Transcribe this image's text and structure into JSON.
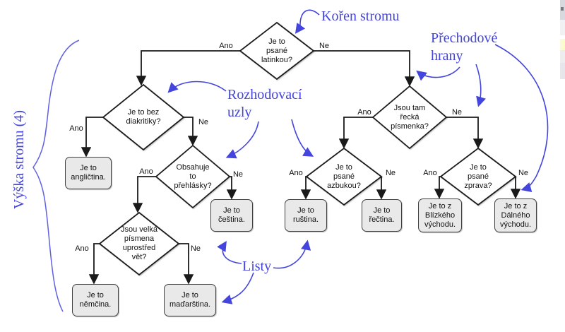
{
  "edge_labels": {
    "yes": "Ano",
    "no": "Ne"
  },
  "nodes": {
    "root": "Je to\npsané\nlatinkou?",
    "no_diacritics": "Je to bez\ndiakritiky?",
    "umlauts": "Obsahuje\nto\npřehlásky?",
    "capitals": "Jsou velká\npísmena\nuprostřed\nvět?",
    "greek_letters": "Jsou tam\nřecká\npísmenka?",
    "cyrillic": "Je to\npsané\nazbukou?",
    "right_to_left": "Je to\npsané\nzprava?"
  },
  "leaves": {
    "english": "Je to\nangličtina.",
    "czech": "Je to\nčeština.",
    "german": "Je to\nněmčina.",
    "hungarian": "Je to\nmaďarština.",
    "russian": "Je to\nruština.",
    "greek": "Je to\nřečtina.",
    "near_east": "Je to z\nBlízkého\nvýchodu.",
    "far_east": "Je to z\nDálného\nvýchodu."
  },
  "annotations": {
    "root_label": "Kořen stromu",
    "edges_label": "Přechodové\nhrany",
    "decisions_label": "Rozhodovací\nuzly",
    "height_label": "Výška stromu (4)",
    "leaves_label": "Listy"
  },
  "colors": {
    "annotation_blue": "#4445dd",
    "node_fill": "#e9e9e9",
    "diamond_fill": "#ffffff",
    "line_black": "#1a1a1a"
  }
}
